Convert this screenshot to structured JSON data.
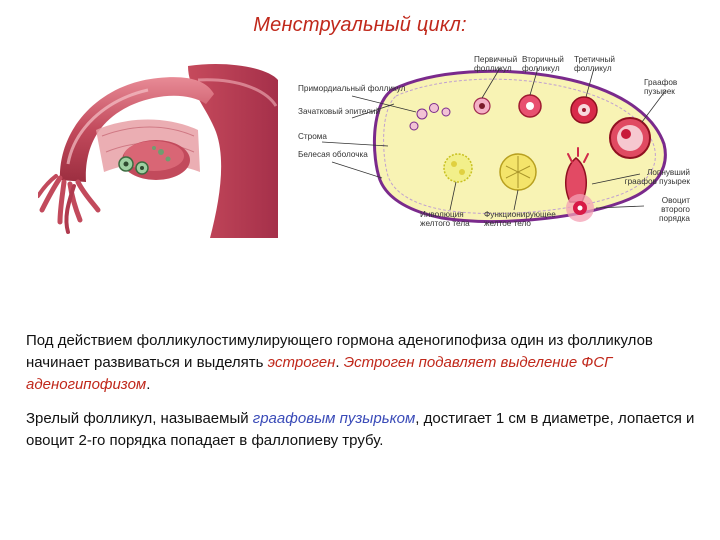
{
  "slide": {
    "title": "Менструальный цикл:",
    "diagram_labels": {
      "primordial": "Примордиальный фолликул",
      "germinal": "Зачатковый эпителий",
      "stroma": "Строма",
      "albicans": "Белесая оболочка",
      "primary": "Первичный фолликул",
      "secondary": "Вторичный фолликул",
      "tertiary": "Третичный фолликул",
      "graafian": "Граафов пузырек",
      "ruptured": "Лопнувший граафов пузырек",
      "oocyte": "Овоцит второго порядка",
      "involution": "Инволюция желтого тела",
      "functioning": "Функционирующее желтое тело"
    },
    "paragraph1": {
      "part1": "Под действием фолликулостимулирующего гормона аденогипофиза один из фолликулов начинает развиваться и выделять ",
      "em1": "эстроген",
      "part2": ". ",
      "em2": "Эстроген подавляет выделение ФСГ аденогипофизом",
      "part3": "."
    },
    "paragraph2": {
      "part1": "Зрелый фолликул, называемый ",
      "em1": "граафовым пузырьком",
      "part2": ", достигает 1 см в диаметре, лопается и овоцит 2-го порядка попадает в фаллопиеву трубу."
    },
    "colors": {
      "title": "#c0281b",
      "emphasis_red": "#c0281b",
      "emphasis_blue": "#3a4bb8",
      "tissue": "#b33a4c",
      "ovary_fill": "#f8f3b4",
      "ovary_outline": "#7a2a8c"
    }
  }
}
